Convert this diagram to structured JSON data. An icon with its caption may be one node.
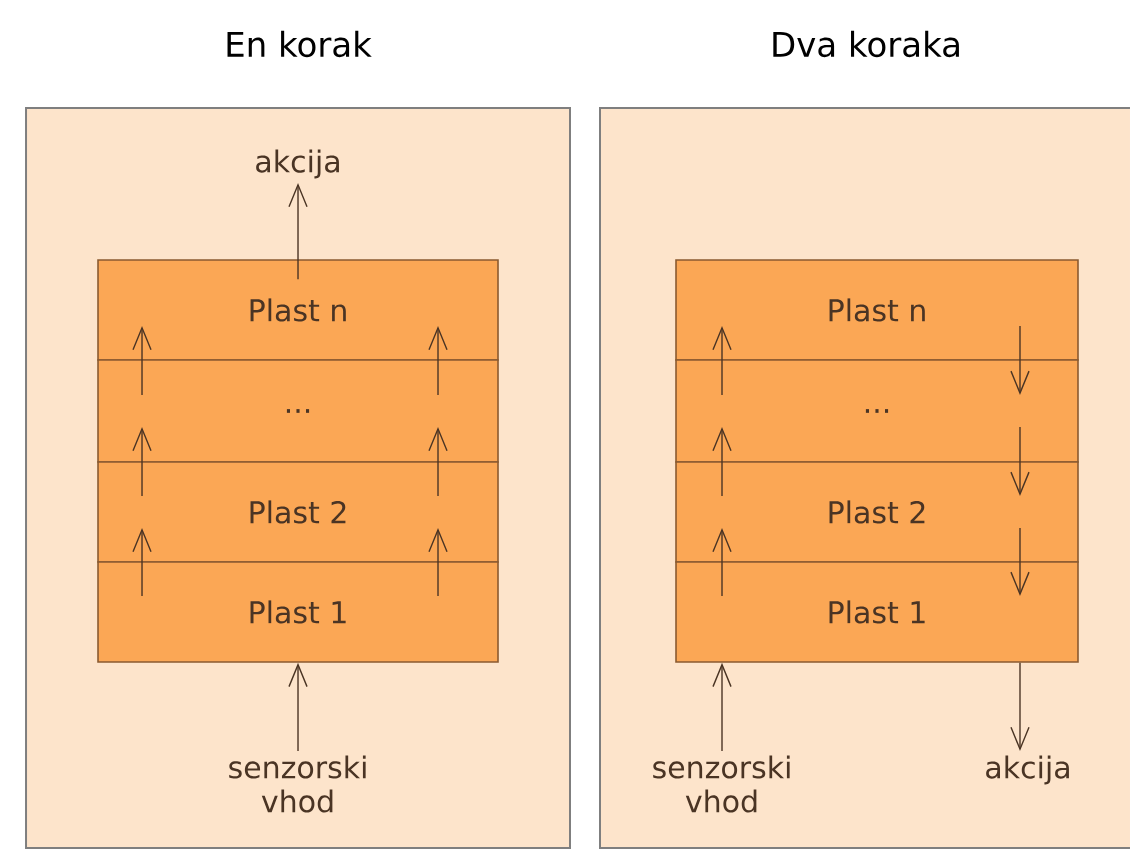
{
  "diagram": {
    "nodes": [
      {
        "text": [
          "En korak"
        ]
      },
      {
        "text": [
          "akcija"
        ],
        "in": 0
      },
      {
        "text": [
          "Plast n"
        ],
        "in": 0
      },
      {
        "text": [
          "..."
        ],
        "in": 0
      },
      {
        "text": [
          "Plast 2"
        ],
        "in": 0
      },
      {
        "text": [
          "Plast 1"
        ],
        "in": 0
      },
      {
        "text": [
          "senzorski vhod"
        ],
        "in": 0
      },
      {
        "text": [
          "Dva koraka"
        ]
      },
      {
        "text": [
          "Plast n"
        ],
        "in": 7
      },
      {
        "text": [
          "..."
        ],
        "in": 7
      },
      {
        "text": [
          "Plast 2"
        ],
        "in": 7
      },
      {
        "text": [
          "Plast 1"
        ],
        "in": 7
      },
      {
        "text": [
          "senzorski vhod"
        ],
        "in": 7
      },
      {
        "text": [
          "akcija"
        ],
        "in": 7
      }
    ],
    "edges": [
      {
        "from": 6,
        "to": 5,
        "arrow": "to"
      },
      {
        "from": 5,
        "to": 4,
        "arrow": "to"
      },
      {
        "from": 4,
        "to": 3,
        "arrow": "to"
      },
      {
        "from": 3,
        "to": 2,
        "arrow": "to"
      },
      {
        "from": 5,
        "to": 4,
        "arrow": "to"
      },
      {
        "from": 4,
        "to": 3,
        "arrow": "to"
      },
      {
        "from": 3,
        "to": 2,
        "arrow": "to"
      },
      {
        "from": 2,
        "to": 1,
        "arrow": "to"
      },
      {
        "from": 12,
        "to": 11,
        "arrow": "to"
      },
      {
        "from": 11,
        "to": 10,
        "arrow": "to"
      },
      {
        "from": 10,
        "to": 9,
        "arrow": "to"
      },
      {
        "from": 9,
        "to": 8,
        "arrow": "to"
      },
      {
        "from": 8,
        "to": 9,
        "arrow": "to"
      },
      {
        "from": 9,
        "to": 10,
        "arrow": "to"
      },
      {
        "from": 10,
        "to": 11,
        "arrow": "to"
      },
      {
        "from": 11,
        "to": 13,
        "arrow": "to"
      }
    ]
  }
}
